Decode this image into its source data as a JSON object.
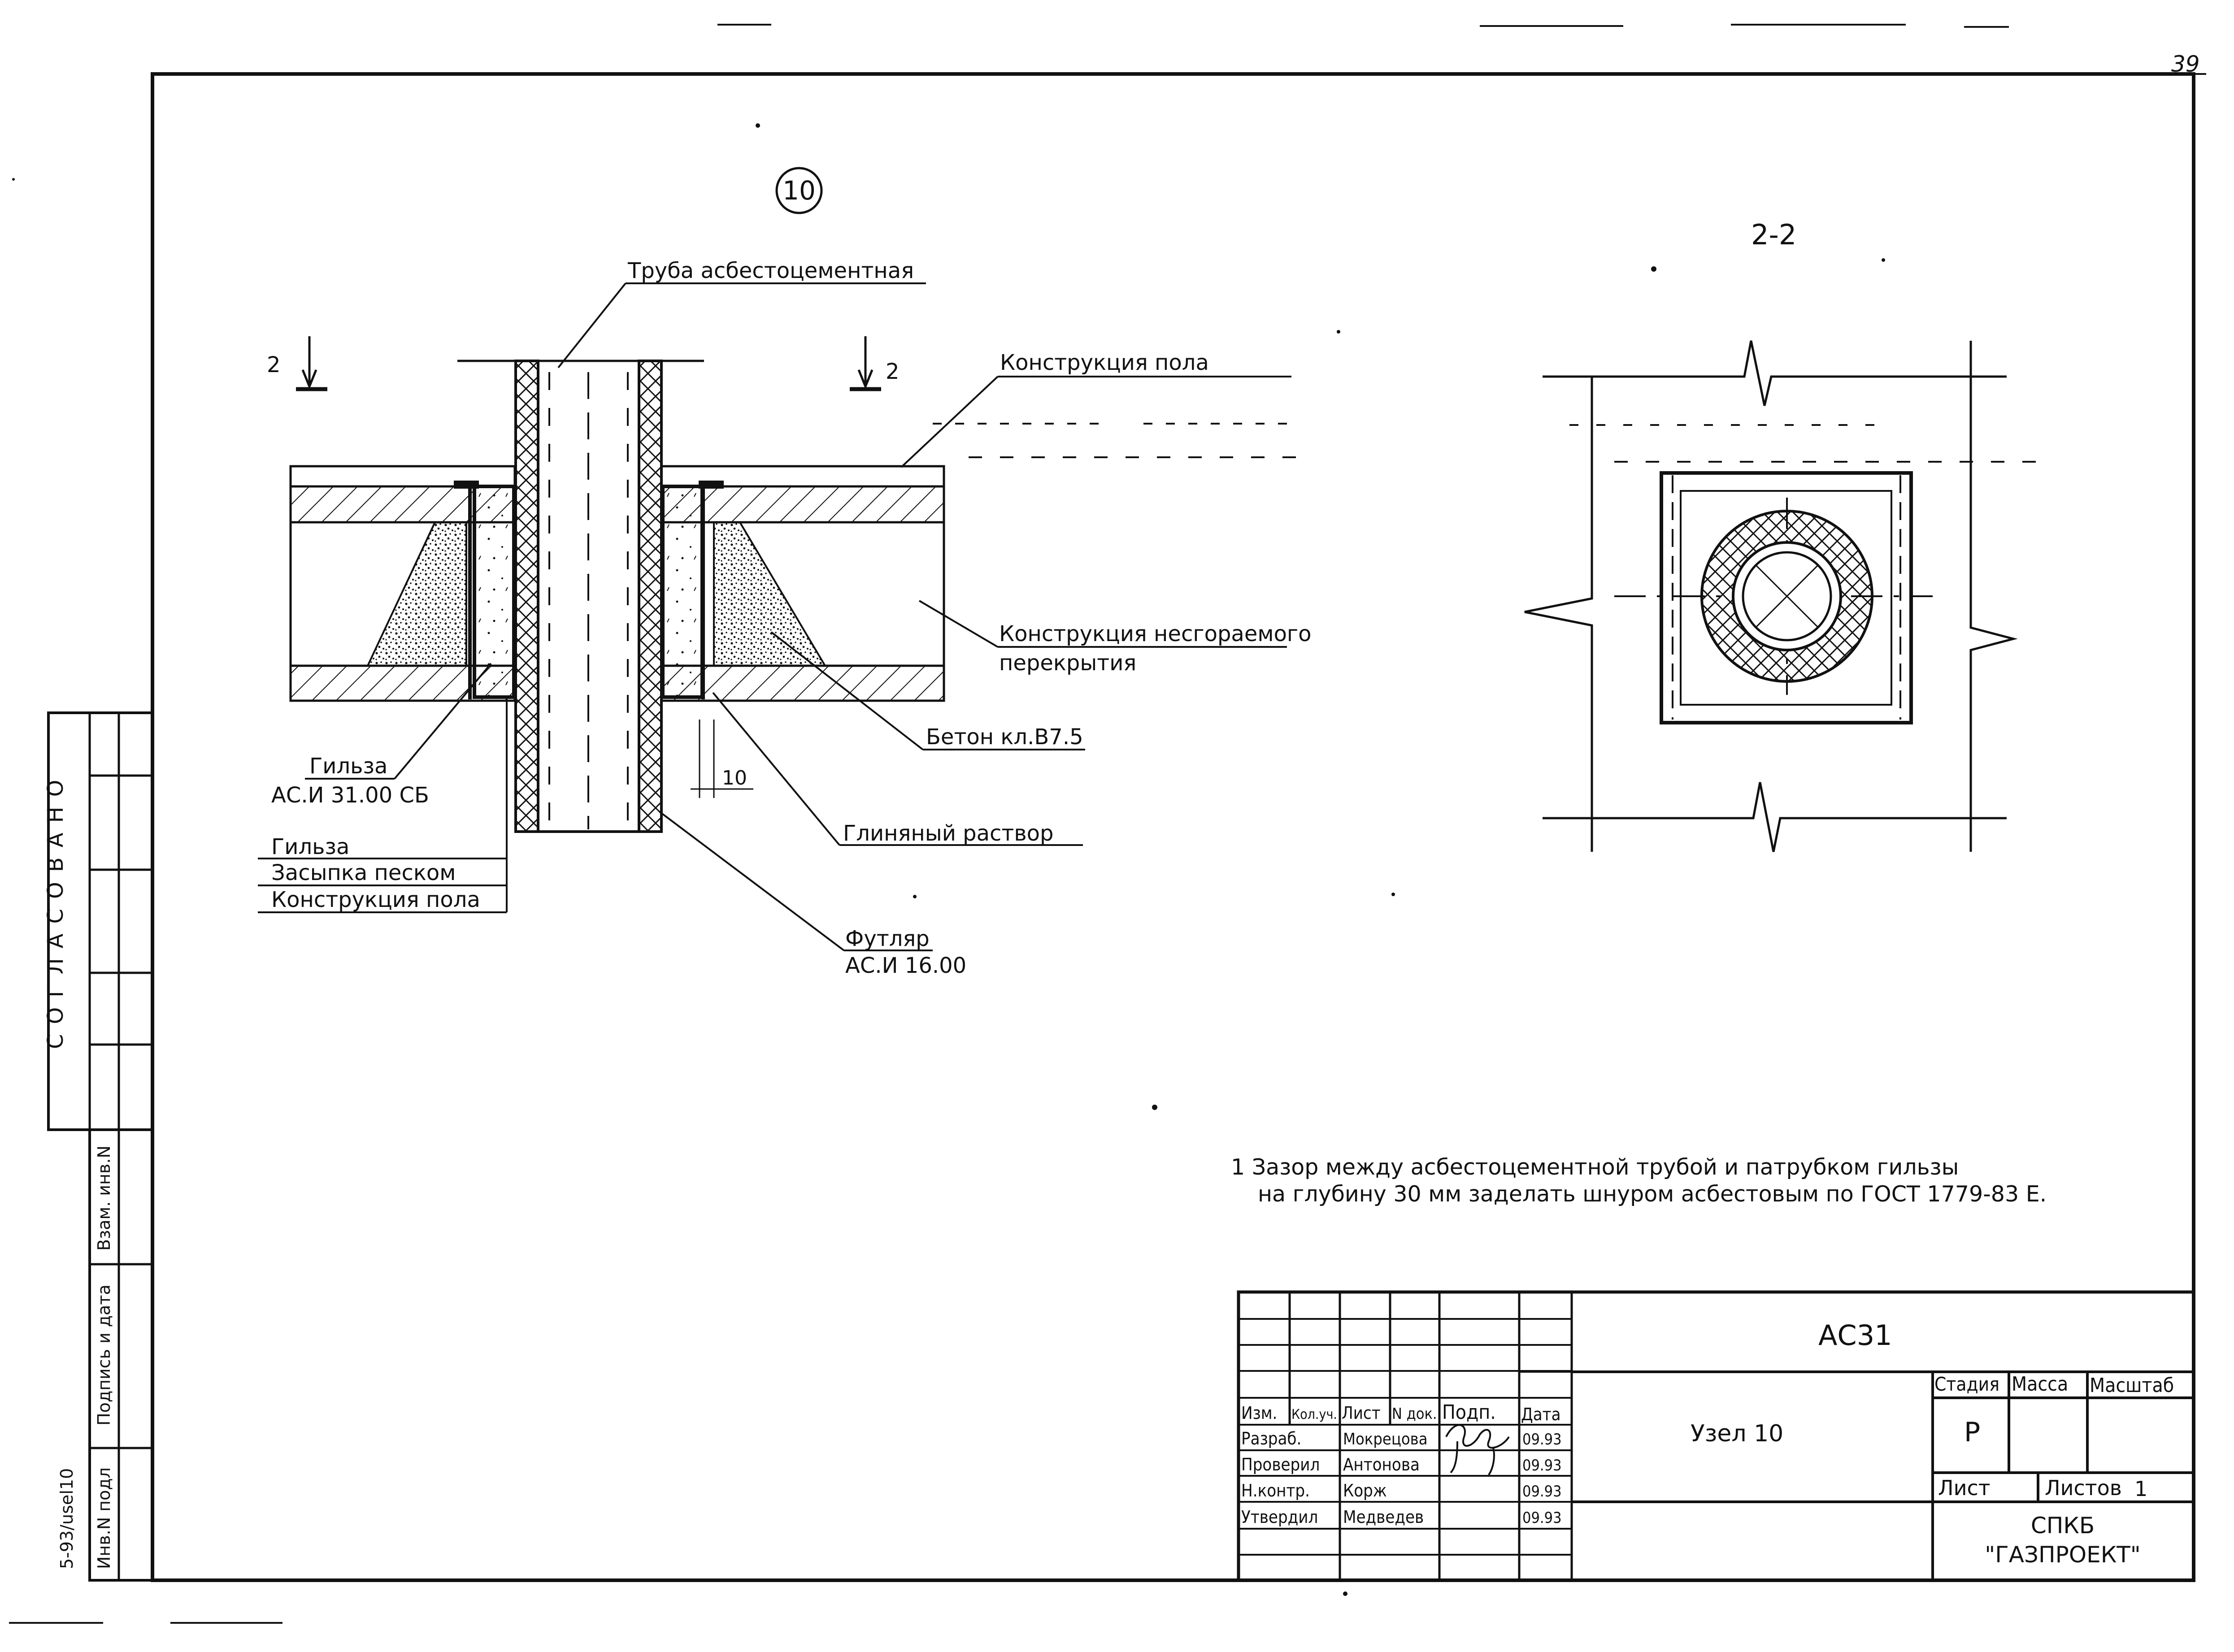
{
  "sheet": {
    "page_number": "39"
  },
  "detail": {
    "node_marker": "10",
    "section_mark": "2",
    "labels": {
      "pipe": "Труба асбестоцементная",
      "floor_top": "Конструкция пола",
      "slab_line1": "Конструкция несгораемого",
      "slab_line2": "перекрытия",
      "concrete": "Бетон кл.В7.5",
      "clay": "Глиняный раствор",
      "case_line1": "Футляр",
      "case_line2": "АС.И 16.00",
      "sleeve_line1": "Гильза",
      "sleeve_line2": "АС.И 31.00 СБ",
      "dim_gap": "10"
    },
    "legend_rows": [
      "Гильза",
      "Засыпка песком",
      "Конструкция пола"
    ]
  },
  "section": {
    "title": "2-2"
  },
  "note": {
    "line1": "1 Зазор между асбестоцементной трубой и патрубком гильзы",
    "line2": "на глубину 30 мм заделать шнуром асбестовым по ГОСТ 1779-83 Е."
  },
  "left_strip": {
    "agreed": "СОГЛАСОВАНО",
    "vzam": "Взам. инв.N",
    "podpis": "Подпись и дата",
    "inv": "Инв.N подл",
    "file": "5-93/usel10"
  },
  "title_block": {
    "code": "АС31",
    "name": "Узел 10",
    "headers": [
      "Изм.",
      "Кол.уч.",
      "Лист",
      "N док.",
      "Подп.",
      "Дата"
    ],
    "rows": [
      {
        "role": "Разраб.",
        "person": "Мокрецова",
        "date": "09.93"
      },
      {
        "role": "Проверил",
        "person": "Антонова",
        "date": "09.93"
      },
      {
        "role": "Н.контр.",
        "person": "Корж",
        "date": "09.93"
      },
      {
        "role": "Утвердил",
        "person": "Медведев",
        "date": "09.93"
      }
    ],
    "stage_header": "Стадия",
    "mass_header": "Масса",
    "scale_header": "Масштаб",
    "stage_value": "Р",
    "sheet_label": "Лист",
    "sheets_label": "Листов",
    "sheets_value": "1",
    "org_line1": "СПКБ",
    "org_line2": "\"ГАЗПРОЕКТ\""
  }
}
